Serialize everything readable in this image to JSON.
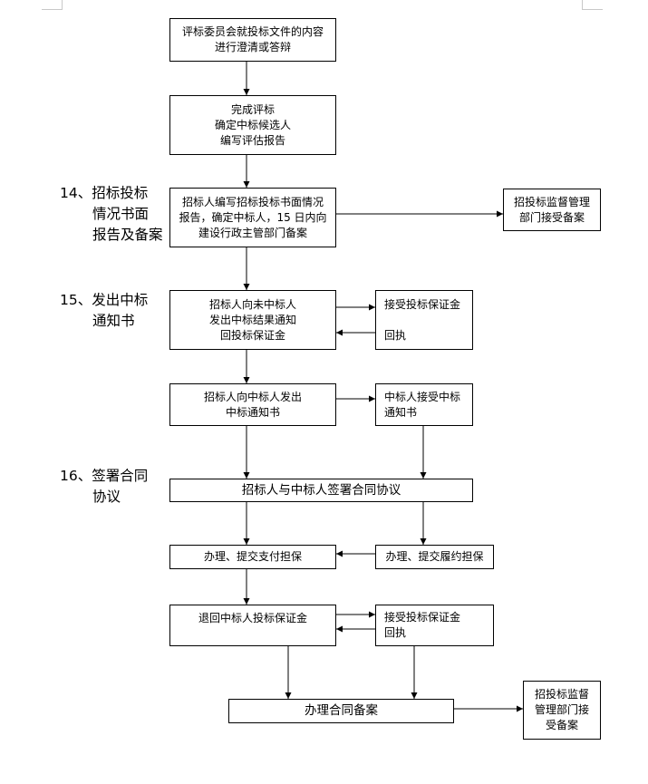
{
  "steps": {
    "s14": {
      "lines": [
        "14、招标投标",
        "情况书面",
        "报告及备案"
      ]
    },
    "s15": {
      "lines": [
        "15、发出中标",
        "通知书"
      ]
    },
    "s16": {
      "lines": [
        "16、签署合同",
        "协议"
      ]
    }
  },
  "boxes": {
    "clarify": {
      "lines": [
        "评标委员会就投标文件的内容",
        "进行澄清或答辩"
      ]
    },
    "complete": {
      "lines": [
        "完成评标",
        "确定中标候选人",
        "编写评估报告"
      ]
    },
    "report": {
      "lines": [
        "招标人编写招标投标书面情况",
        "报告，确定中标人，15 日内向",
        "建设行政主管部门备案"
      ]
    },
    "supervise1": {
      "lines": [
        "招投标监督管理",
        "部门接受备案"
      ]
    },
    "notify_losers": {
      "lines": [
        "招标人向未中标人",
        "发出中标结果通知",
        "回投标保证金"
      ]
    },
    "accept_deposit1": {
      "lines": [
        "接受投标保证金",
        "",
        "回执"
      ]
    },
    "notify_winner": {
      "lines": [
        "招标人向中标人发出",
        "中标通知书"
      ]
    },
    "winner_accept": {
      "lines": [
        "中标人接受中标",
        "通知书"
      ]
    },
    "sign": {
      "lines": [
        "招标人与中标人签署合同协议"
      ]
    },
    "payment_guarantee": {
      "lines": [
        "办理、提交支付担保"
      ]
    },
    "performance_guarantee": {
      "lines": [
        "办理、提交履约担保"
      ]
    },
    "refund_deposit": {
      "lines": [
        "退回中标人投标保证金"
      ]
    },
    "accept_deposit2": {
      "lines": [
        "接受投标保证金",
        "回执"
      ]
    },
    "filing": {
      "lines": [
        "办理合同备案"
      ]
    },
    "supervise2": {
      "lines": [
        "招投标监督",
        "管理部门接",
        "受备案"
      ]
    }
  }
}
